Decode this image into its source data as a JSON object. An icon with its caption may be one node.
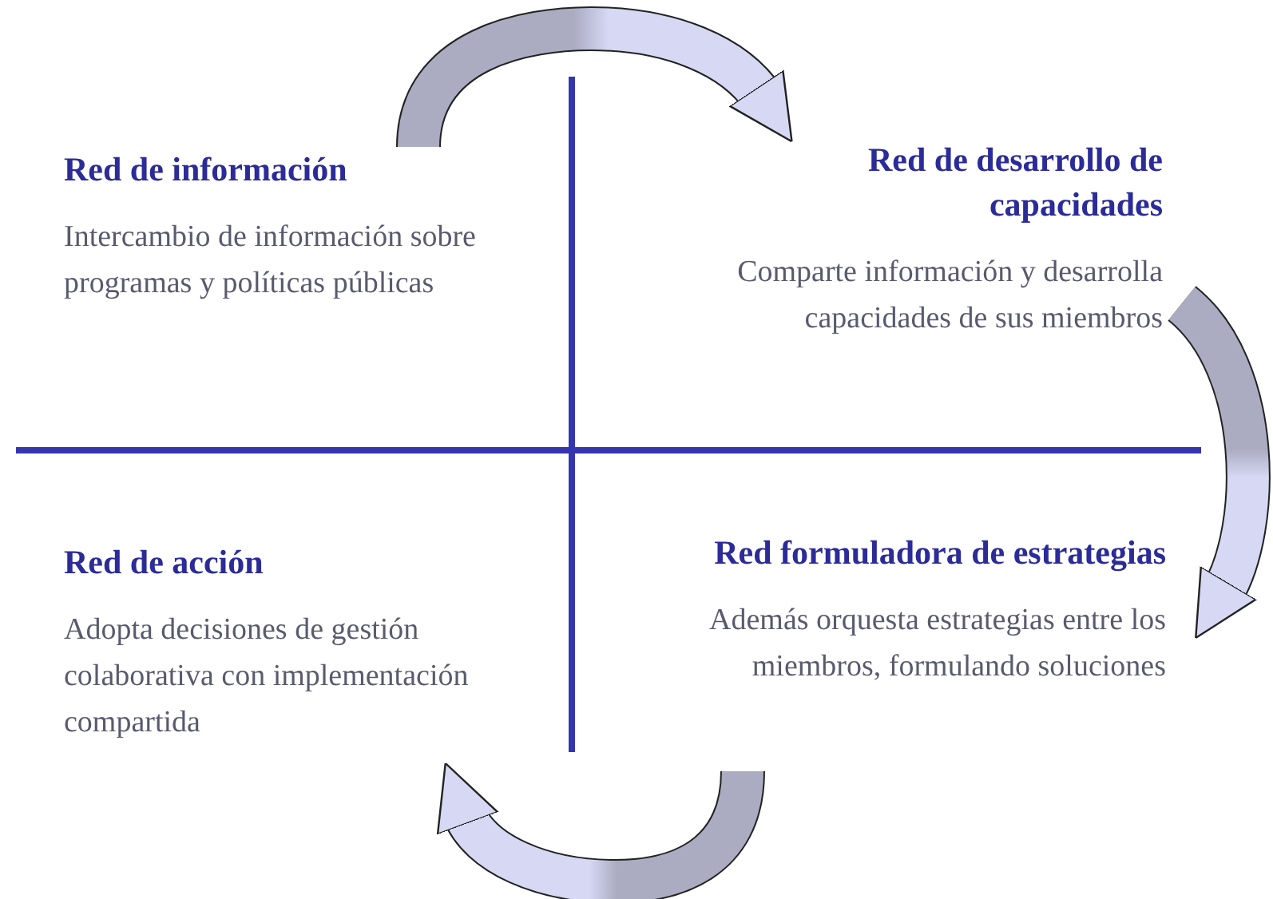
{
  "diagram": {
    "nodes": [
      {
        "text": [
          "Red de información",
          "Intercambio de información sobre programas y políticas públicas"
        ]
      },
      {
        "text": [
          "Red de desarrollo de capacidades",
          "Comparte información y desarrolla capacidades de sus miembros"
        ]
      },
      {
        "text": [
          "Red de acción",
          "Adopta decisiones de gestión colaborativa con implementación compartida"
        ]
      },
      {
        "text": [
          "Red formuladora de estrategias",
          "Además orquesta estrategias entre los miembros, formulando soluciones"
        ]
      }
    ],
    "edges": [
      {
        "from": 0,
        "to": 1,
        "arrow": "to"
      },
      {
        "from": 1,
        "to": 3,
        "arrow": "to"
      },
      {
        "from": 3,
        "to": 2,
        "arrow": "to"
      }
    ]
  }
}
